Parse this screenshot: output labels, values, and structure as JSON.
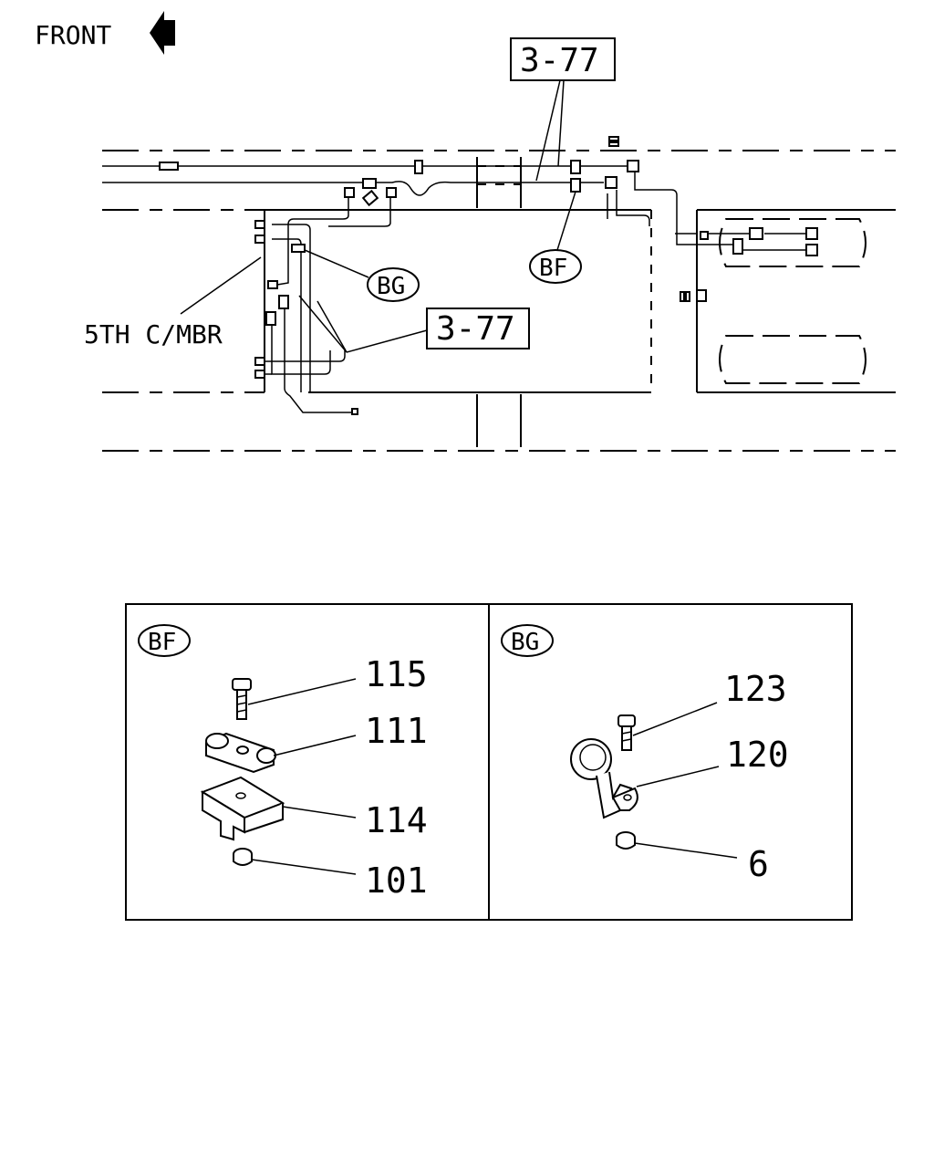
{
  "header": {
    "front_label": "FRONT",
    "front_arrow_icon": "left-arrow-icon"
  },
  "main_view": {
    "ref_top": "3-77",
    "ref_mid": "3-77",
    "callout_bf": "BF",
    "callout_bg": "BG",
    "member_label": "5TH C/MBR"
  },
  "detail_bf": {
    "title": "BF",
    "part_numbers": [
      "115",
      "111",
      "114",
      "101"
    ]
  },
  "detail_bg": {
    "title": "BG",
    "part_numbers": [
      "123",
      "120",
      "6"
    ]
  }
}
